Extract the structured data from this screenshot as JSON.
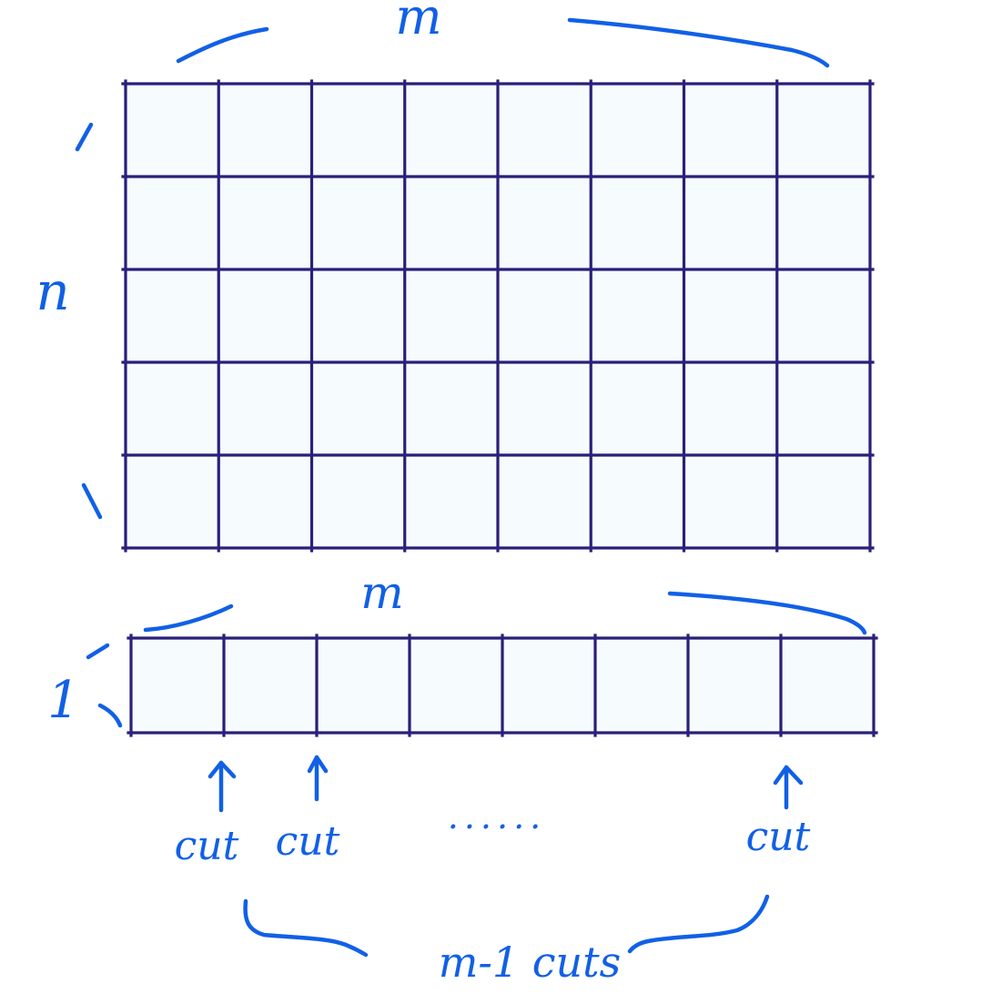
{
  "colors": {
    "grid": "#2a1f7a",
    "ink": "#1160e6",
    "cell_background": "#f6fbfe"
  },
  "top_grid": {
    "columns": 8,
    "rows": 5,
    "width_label": "m",
    "height_label": "n"
  },
  "strip": {
    "columns": 8,
    "rows": 1,
    "width_label": "m",
    "height_label": "1",
    "cut_labels": [
      "cut",
      "cut",
      "cut"
    ],
    "ellipsis": "......",
    "total_label": "m-1 cuts"
  }
}
